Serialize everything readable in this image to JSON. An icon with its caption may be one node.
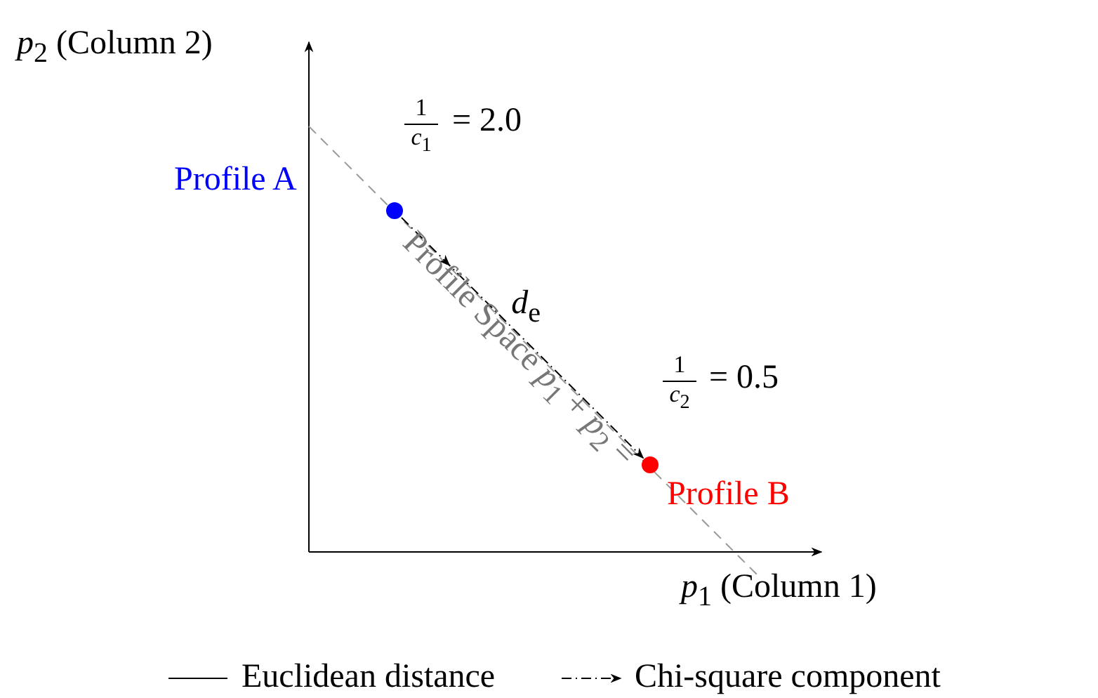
{
  "diagram": {
    "nodes": [
      {
        "text": [],
        "shape": "circle",
        "beside": [
          "Profile A"
        ]
      },
      {
        "text": [],
        "shape": "circle",
        "beside": [
          "Profile B"
        ]
      }
    ],
    "edges": [
      {
        "from": 0,
        "to": 1,
        "arrow": "to",
        "style": "dashed",
        "label": "*d*$_{e}$"
      }
    ],
    "labels": [
      "*p*$_{2}$ (Column 2)",
      "1",
      "*c*$_{1}$",
      "= 2.0",
      "Profile Space *p*$_{1}$ + *p*$_{2}$ =",
      "1",
      "*c*$_{2}$",
      "= 0.5",
      "*p*$_{1}$ (Column 1)"
    ],
    "legend": [
      {
        "text": "Euclidean distance"
      },
      {
        "text": "Chi-square component"
      }
    ]
  }
}
